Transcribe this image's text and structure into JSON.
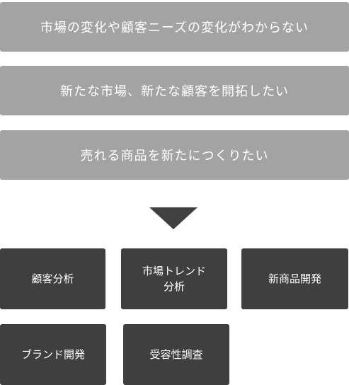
{
  "problems": [
    "市場の変化や顧客ニーズの変化がわからない",
    "新たな市場、新たな顧客を開拓したい",
    "売れる商品を新たにつくりたい"
  ],
  "services": [
    {
      "line1": "顧客分析",
      "line2": ""
    },
    {
      "line1": "市場トレンド",
      "line2": "分析"
    },
    {
      "line1": "新商品開発",
      "line2": ""
    },
    {
      "line1": "ブランド開発",
      "line2": ""
    },
    {
      "line1": "受容性調査",
      "line2": ""
    }
  ],
  "colors": {
    "problem_bg": "#a3a3a3",
    "service_bg": "#3f3f3f",
    "arrow": "#404040",
    "text": "#ffffff"
  }
}
